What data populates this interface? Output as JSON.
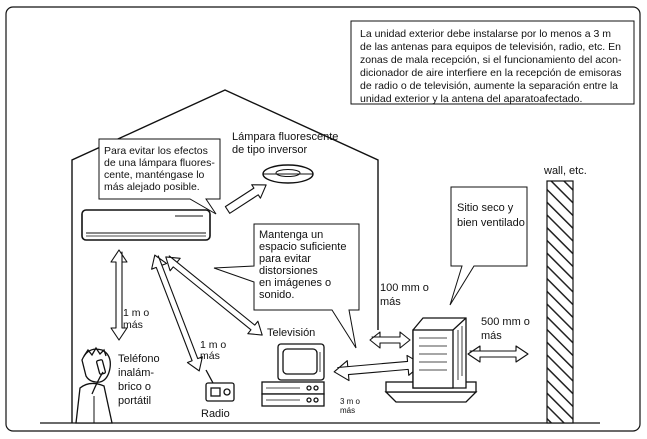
{
  "notice_lines": [
    "La unidad exterior debe instalarse por lo menos a 3 m",
    "de las antenas para equipos de televisión, radio, etc. En",
    "zonas de mala recepción, si el funcionamiento del acon-",
    "dicionador de aire interfiere en la recepción de emisoras",
    "de radio o de televisión, aumente la separación entre la",
    "unidad exterior y la antena del aparatoafectado."
  ],
  "lamp_note_lines": [
    "Para evitar los efectos",
    "de una lámpara fluores-",
    "cente, manténgase lo",
    "más alejado posible."
  ],
  "lamp_label_lines": [
    "Lámpara fluorescente",
    "de tipo inversor"
  ],
  "space_note_lines": [
    "Mantenga un",
    "espacio suficiente",
    "para evitar",
    "distorsiones",
    "en imágenes o",
    "sonido."
  ],
  "dry_note_lines": [
    "Sitio seco y",
    "bien ventilado"
  ],
  "wall_label": "wall, etc.",
  "dist_100mm_lines": [
    "100 mm o",
    "más"
  ],
  "dist_500mm_lines": [
    "500 mm o",
    "más"
  ],
  "dist_phone_lines": [
    "1 m o",
    "más"
  ],
  "dist_radio_lines": [
    "1 m o",
    "más"
  ],
  "dist_3m_lines": [
    "3 m o",
    "más"
  ],
  "phone_label_lines": [
    "Teléfono",
    "inalám-",
    "brico o",
    "portátil"
  ],
  "radio_label": "Radio",
  "tv_label": "Televisión"
}
